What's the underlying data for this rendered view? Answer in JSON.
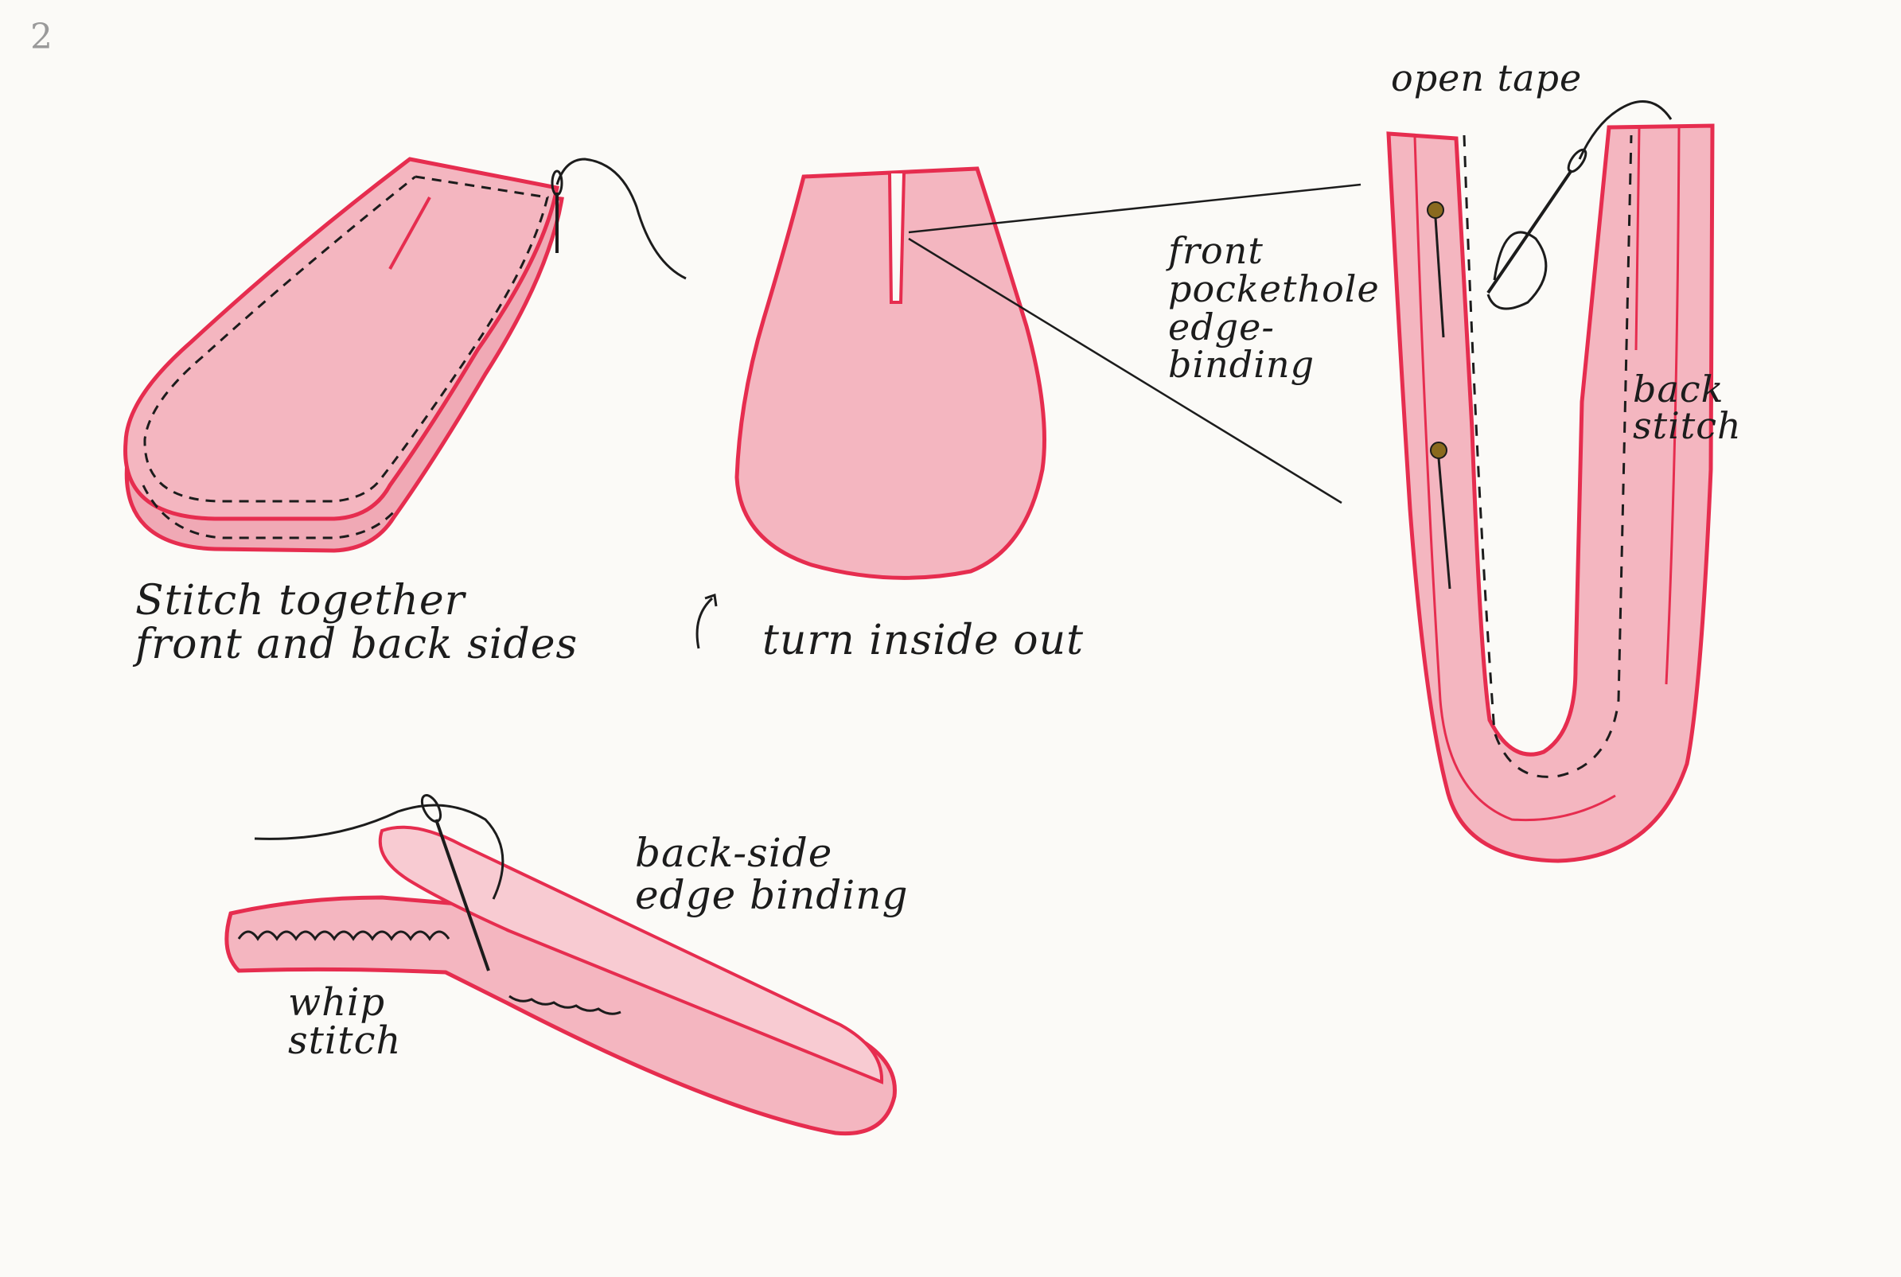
{
  "page_number": "2",
  "labels": {
    "stitch_together": [
      "Stitch together",
      "front and back sides"
    ],
    "turn_inside_out": "turn inside out",
    "open_tape": "open tape",
    "front_pockethole": [
      "front",
      "pockethole",
      "edge-",
      "binding"
    ],
    "back_stitch": [
      "back",
      "stitch"
    ],
    "backside_binding": [
      "back-side",
      "edge binding"
    ],
    "whip_stitch": [
      "whip",
      "stitch"
    ]
  },
  "colors": {
    "fabric_fill": "#f4b6c0",
    "fabric_light": "#f8cbd2",
    "fabric_edge": "#e62d4f",
    "ink": "#1c1c1c",
    "paper": "#fbfaf7",
    "pin_head": "#8a6a1e"
  },
  "icons": [
    "needle-icon",
    "pin-icon",
    "turn-arrow-icon"
  ]
}
